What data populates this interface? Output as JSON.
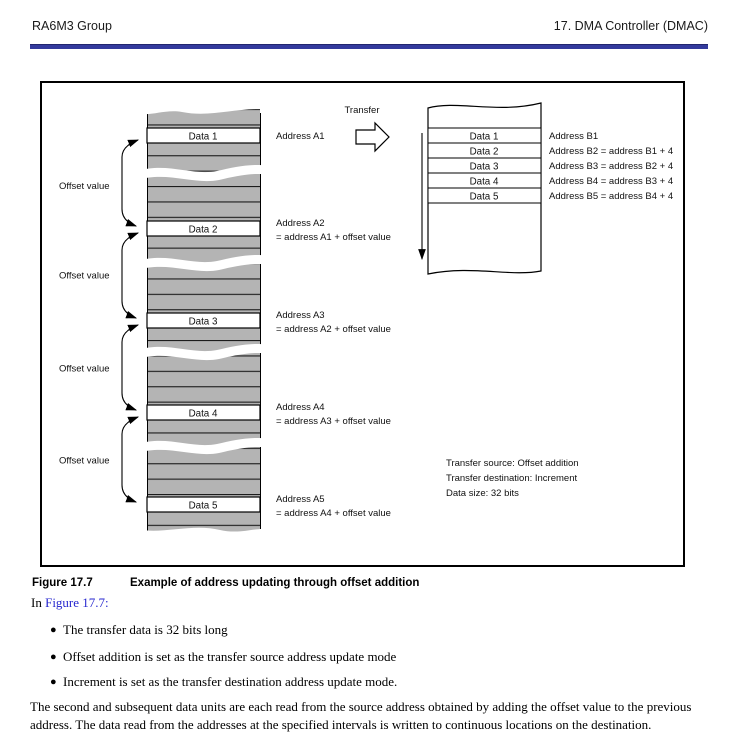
{
  "header": {
    "left": "RA6M3 Group",
    "right": "17. DMA Controller (DMAC)"
  },
  "figure": {
    "transfer_label": "Transfer",
    "source": {
      "offset_label": "Offset value",
      "data_labels": [
        "Data 1",
        "Data 2",
        "Data 3",
        "Data 4",
        "Data 5"
      ],
      "addresses": [
        {
          "l1": "Address A1",
          "l2": ""
        },
        {
          "l1": "Address A2",
          "l2": "= address A1 + offset value"
        },
        {
          "l1": "Address A3",
          "l2": "= address A2 + offset value"
        },
        {
          "l1": "Address A4",
          "l2": "= address A3 + offset value"
        },
        {
          "l1": "Address A5",
          "l2": "= address A4 + offset value"
        }
      ]
    },
    "destination": {
      "data_labels": [
        "Data 1",
        "Data 2",
        "Data 3",
        "Data 4",
        "Data 5"
      ],
      "addresses": [
        "Address B1",
        "Address B2 = address B1 + 4",
        "Address B3 = address B2 + 4",
        "Address B4 = address B3 + 4",
        "Address B5 = address B4 + 4"
      ]
    },
    "notes": [
      "Transfer source: Offset addition",
      "Transfer destination: Increment",
      "Data size: 32 bits"
    ]
  },
  "caption": {
    "label": "Figure 17.7",
    "title": "Example of address updating through offset addition"
  },
  "body": {
    "intro_prefix": "In ",
    "intro_link": "Figure 17.7:",
    "bullets": [
      "The transfer data is 32 bits long",
      "Offset addition is set as the transfer source address update mode",
      "Increment is set as the transfer destination address update mode."
    ],
    "paragraph": "The second and subsequent data units are each read from the source address obtained by adding the offset value to the previous address. The data read from the addresses at the specified intervals is written to continuous locations on the destination."
  },
  "colors": {
    "header_rule_blue": "#333A9D",
    "link_blue": "#2727CF",
    "memory_stripe_gray": "#B4B4B4"
  }
}
